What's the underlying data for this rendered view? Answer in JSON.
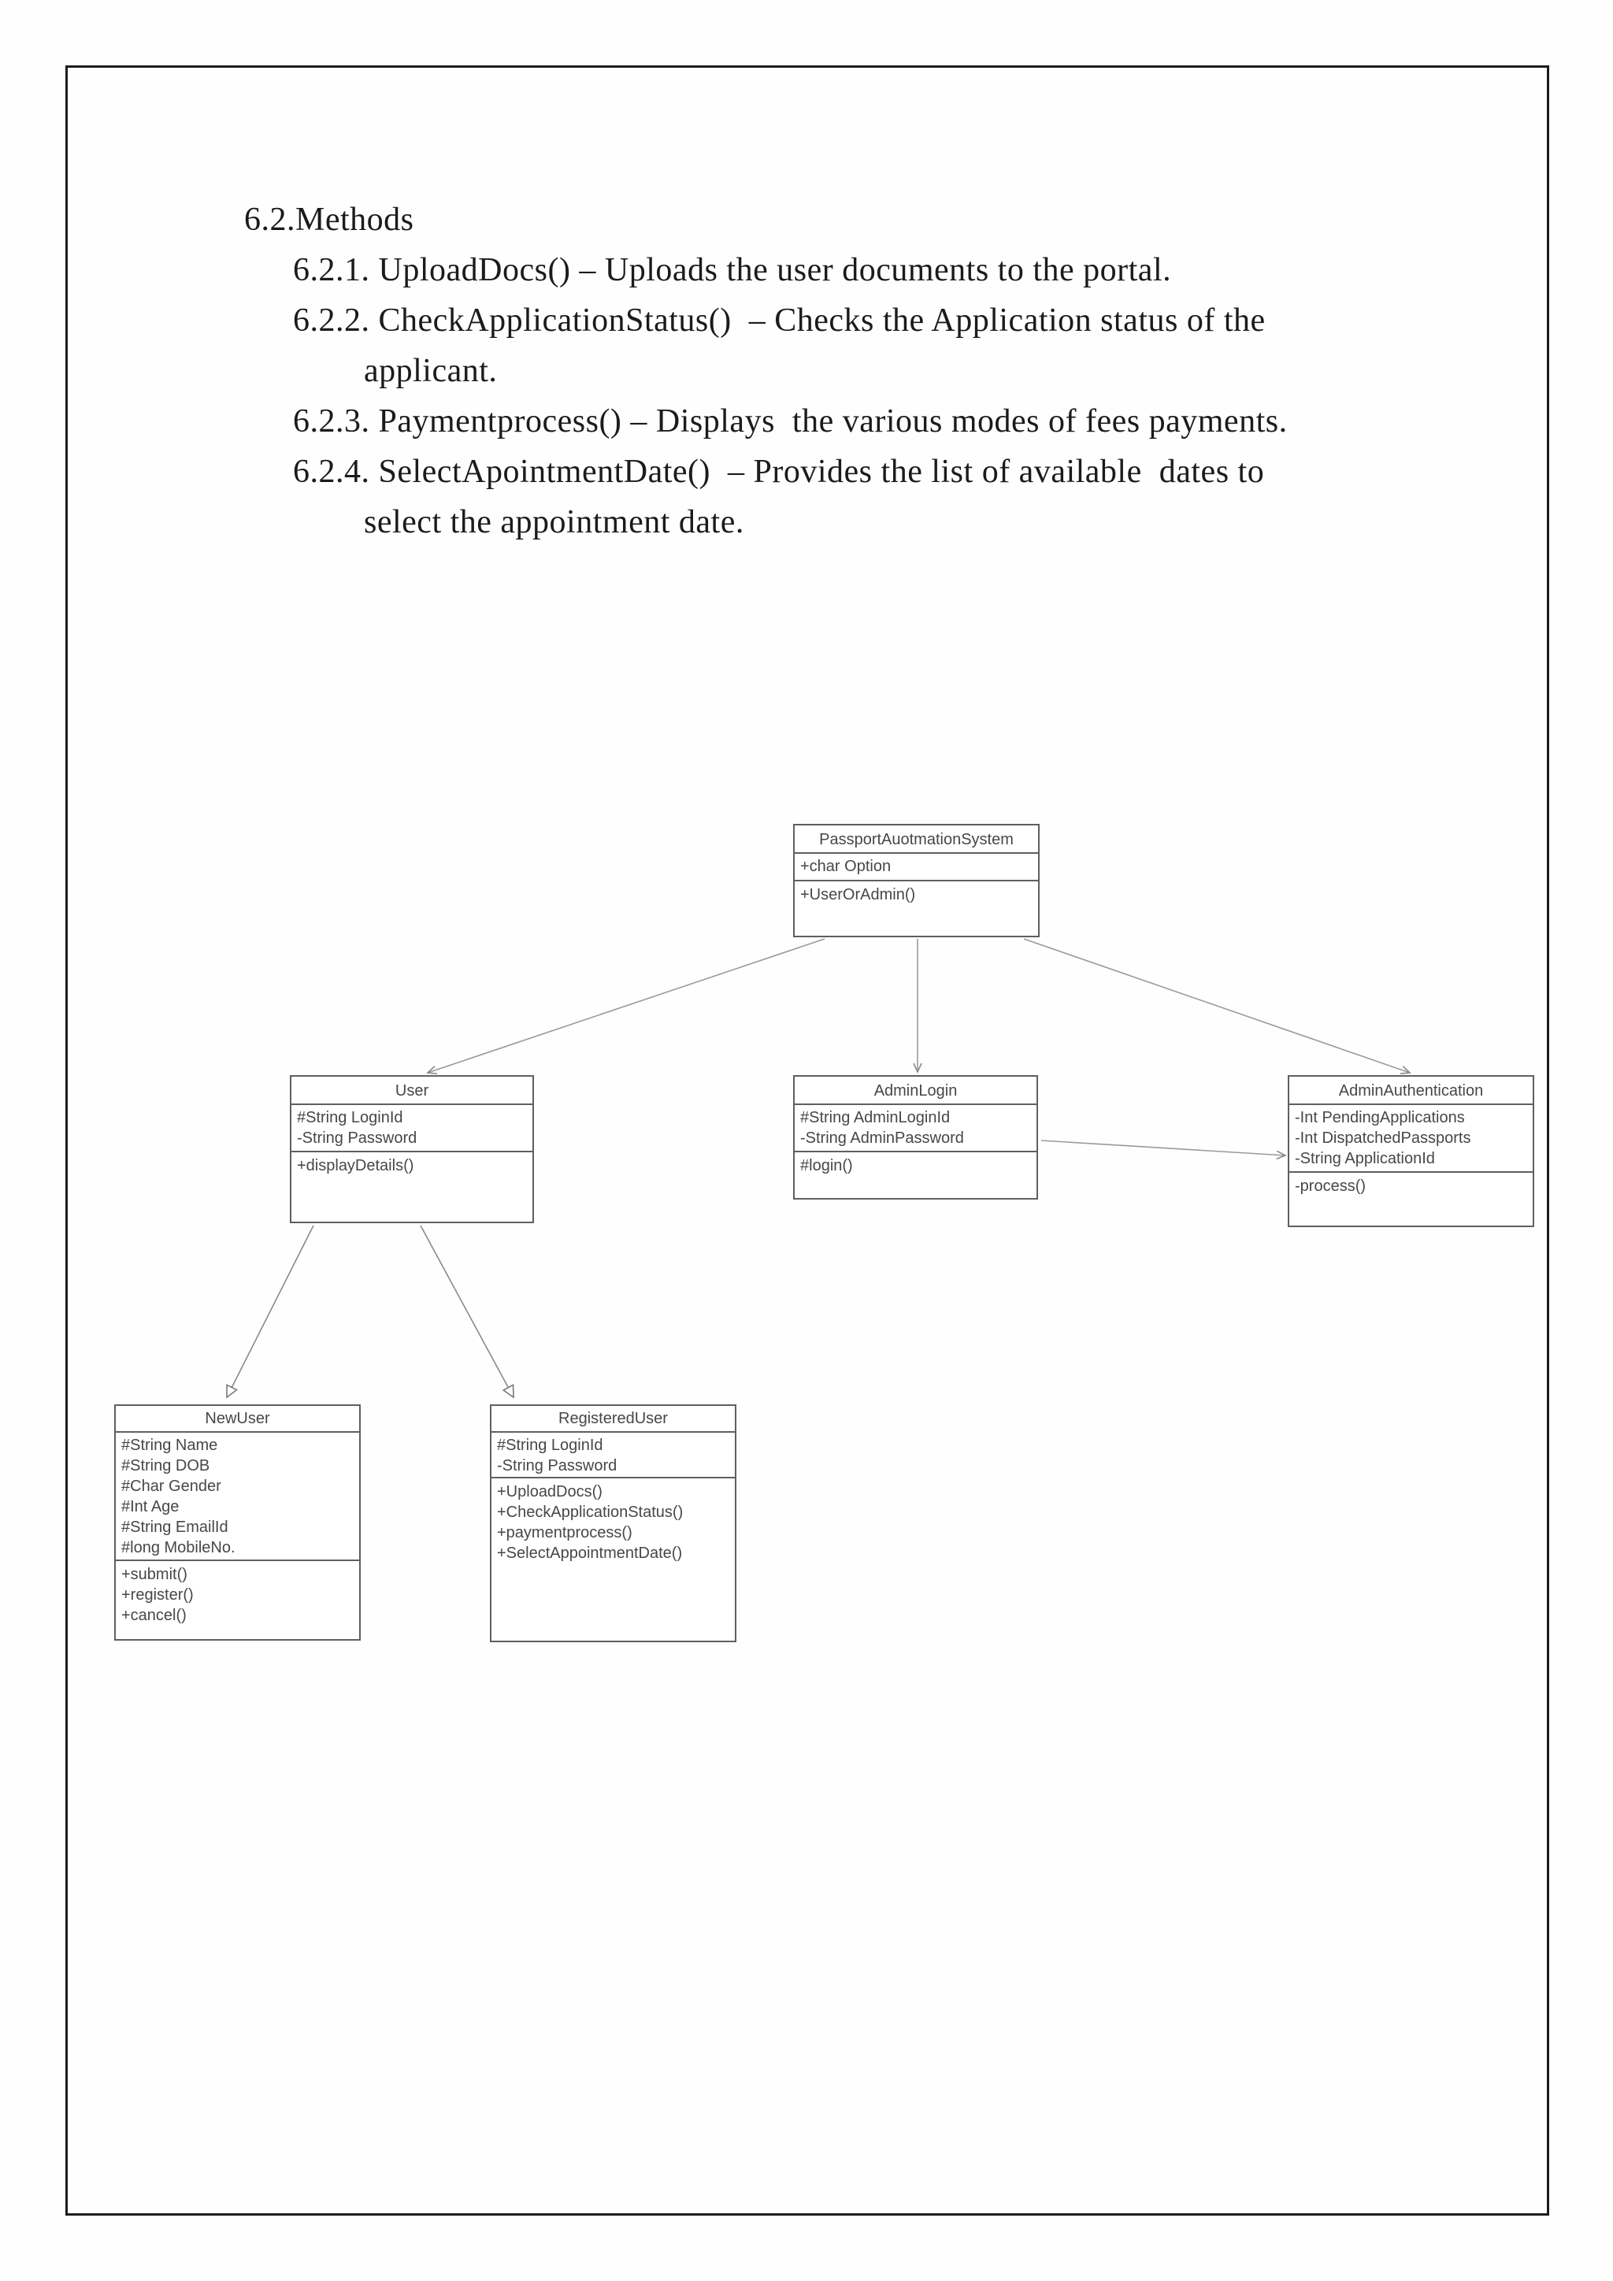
{
  "page": {
    "background": "#ffffff",
    "border_color": "#1c1c1c"
  },
  "document": {
    "heading": "6.2.Methods",
    "lines": [
      {
        "text": "6.2.1. UploadDocs() – Uploads the user documents to the portal.",
        "indent": 1
      },
      {
        "text": "6.2.2. CheckApplicationStatus()  – Checks the Application status of the",
        "indent": 1
      },
      {
        "text": "applicant.",
        "indent": 2
      },
      {
        "text": "6.2.3. Paymentprocess() – Displays  the various modes of fees payments.",
        "indent": 1
      },
      {
        "text": "6.2.4. SelectApointmentDate()  – Provides the list of available  dates to",
        "indent": 1
      },
      {
        "text": "select the appointment date.",
        "indent": 2
      }
    ]
  },
  "diagram": {
    "type": "uml-class-diagram",
    "colors": {
      "box_stroke": "#5f5f5f",
      "box_text": "#474747",
      "connector": "#9a9a9a"
    },
    "classes": [
      {
        "title": "PassportAuotmationSystem",
        "attributes": [
          "+char Option"
        ],
        "methods": [
          "+UserOrAdmin()"
        ]
      },
      {
        "title": "User",
        "attributes": [
          "#String LoginId",
          "-String Password"
        ],
        "methods": [
          "+displayDetails()"
        ]
      },
      {
        "title": "AdminLogin",
        "attributes": [
          "#String AdminLoginId",
          "-String AdminPassword"
        ],
        "methods": [
          "#login()"
        ]
      },
      {
        "title": "AdminAuthentication",
        "attributes": [
          "-Int PendingApplications",
          "-Int DispatchedPassports",
          "-String ApplicationId"
        ],
        "methods": [
          "-process()"
        ]
      },
      {
        "title": "NewUser",
        "attributes": [
          "#String Name",
          "#String DOB",
          "#Char Gender",
          "#Int Age",
          "#String EmailId",
          "#long MobileNo."
        ],
        "methods": [
          "+submit()",
          "+register()",
          "+cancel()"
        ]
      },
      {
        "title": "RegisteredUser",
        "attributes": [
          "#String LoginId",
          "-String Password"
        ],
        "methods": [
          "+UploadDocs()",
          "+CheckApplicationStatus()",
          "+paymentprocess()",
          "+SelectAppointmentDate()"
        ]
      }
    ],
    "relations": [
      {
        "from": "PassportAuotmationSystem",
        "to": "User",
        "arrow": "open"
      },
      {
        "from": "PassportAuotmationSystem",
        "to": "AdminLogin",
        "arrow": "open"
      },
      {
        "from": "PassportAuotmationSystem",
        "to": "AdminAuthentication",
        "arrow": "open"
      },
      {
        "from": "AdminLogin",
        "to": "AdminAuthentication",
        "arrow": "open"
      },
      {
        "from": "User",
        "to": "NewUser",
        "arrow": "hollow-triangle"
      },
      {
        "from": "User",
        "to": "RegisteredUser",
        "arrow": "hollow-triangle"
      }
    ]
  }
}
